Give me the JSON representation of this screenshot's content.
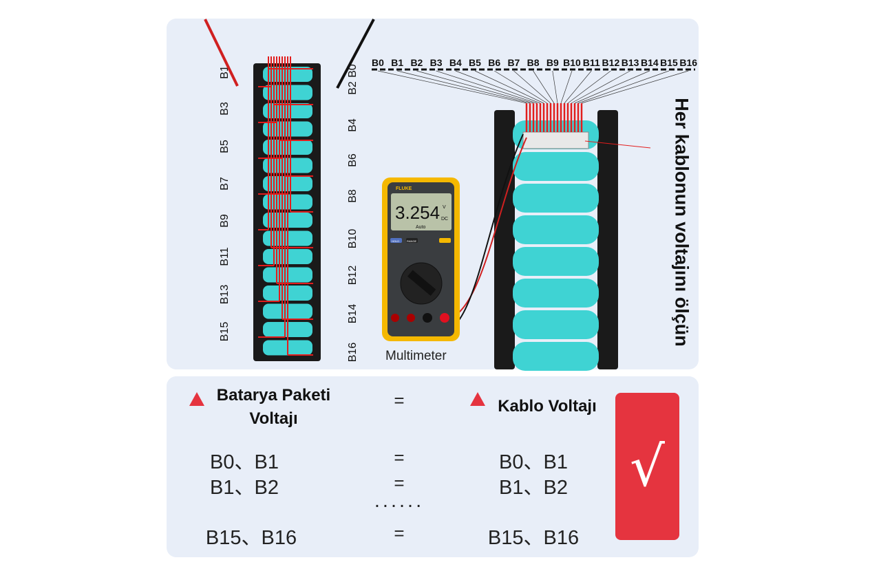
{
  "diagram": {
    "left_pack_labels_left": [
      "B1",
      "B3",
      "B5",
      "B7",
      "B9",
      "B11",
      "B13",
      "B15"
    ],
    "left_pack_labels_right": [
      "B0",
      "B2",
      "B4",
      "B6",
      "B8",
      "B10",
      "B12",
      "B14",
      "B16"
    ],
    "top_labels": [
      "B0",
      "B1",
      "B2",
      "B3",
      "B4",
      "B5",
      "B6",
      "B7",
      "B8",
      "B9",
      "B10",
      "B11",
      "B12",
      "B13",
      "B14",
      "B15",
      "B16"
    ],
    "instruction": "Her kablonun voltajını ölçün",
    "multimeter": {
      "label": "Multimeter",
      "brand": "FLUKE",
      "reading": "3.254",
      "unit": "V",
      "mode": "DC",
      "range": "Auto",
      "hold": "HOLD",
      "range_btn": "RANGE"
    },
    "colors": {
      "cell": "#3fd3d3",
      "wire": "#e21d1d",
      "frame": "#1a1a1a",
      "accent": "#e5343f",
      "meter": "#f5b800"
    }
  },
  "table": {
    "left_header": "Batarya Paketi Voltajı",
    "left_header_l1": "Batarya Paketi",
    "left_header_l2": "Voltajı",
    "equals": "=",
    "right_header": "Kablo Voltajı",
    "rows": [
      {
        "left": "B0、B1",
        "eq": "=",
        "right": "B0、B1"
      },
      {
        "left": "B1、B2",
        "eq": "=",
        "right": "B1、B2"
      },
      {
        "left": "B15、B16",
        "eq": "=",
        "right": "B15、B16"
      }
    ],
    "ellipsis": "......",
    "check": "√"
  }
}
